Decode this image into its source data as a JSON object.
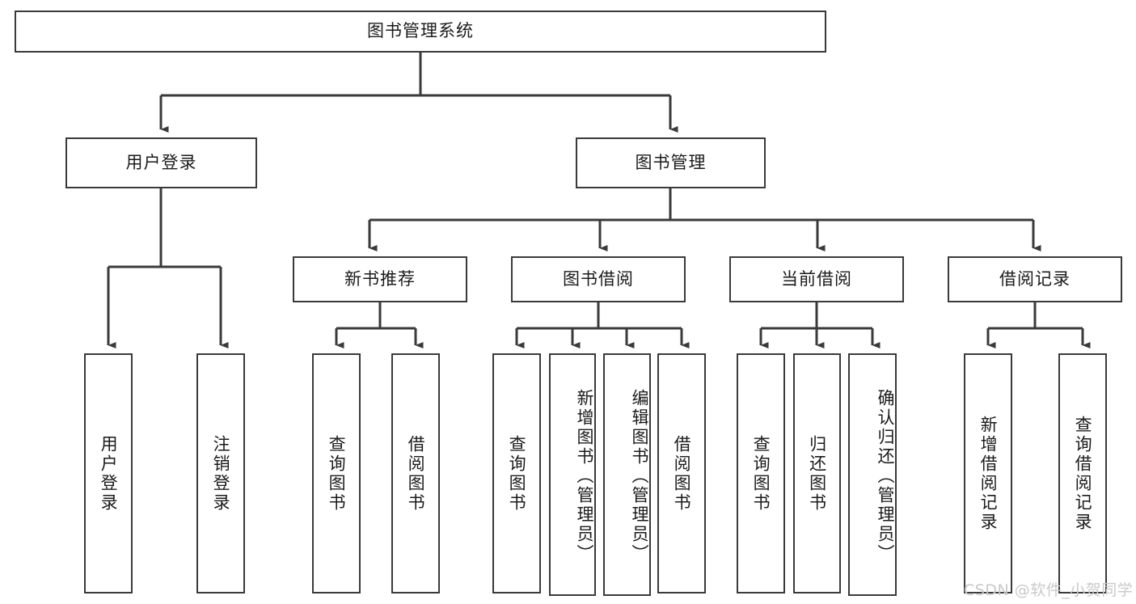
{
  "diagram": {
    "title": "图书管理系统",
    "type": "tree",
    "orientation": "top-down",
    "stroke_color": "#3a3a3a",
    "fill_color": "#ffffff",
    "text_color": "#1b1b1b"
  },
  "nodes": {
    "root": {
      "label": "图书管理系统"
    },
    "level2": [
      {
        "id": "user-login",
        "label": "用户登录"
      },
      {
        "id": "book-manage",
        "label": "图书管理"
      }
    ],
    "level3": [
      {
        "id": "new-book-recommend",
        "label": "新书推荐"
      },
      {
        "id": "book-borrow",
        "label": "图书借阅"
      },
      {
        "id": "current-borrow",
        "label": "当前借阅"
      },
      {
        "id": "borrow-record",
        "label": "借阅记录"
      }
    ],
    "leaves": {
      "user_login": [
        {
          "id": "leaf-user-login",
          "label": "用户登录"
        },
        {
          "id": "leaf-logout-login",
          "label": "注销登录"
        }
      ],
      "new_book_recommend": [
        {
          "id": "leaf-query-book-1",
          "label": "查询图书"
        },
        {
          "id": "leaf-borrow-book-1",
          "label": "借阅图书"
        }
      ],
      "book_borrow": [
        {
          "id": "leaf-query-book-2",
          "label": "查询图书"
        },
        {
          "id": "leaf-add-book",
          "label": "新增图书（管理员）"
        },
        {
          "id": "leaf-edit-book",
          "label": "编辑图书（管理员）"
        },
        {
          "id": "leaf-borrow-book-2",
          "label": "借阅图书"
        }
      ],
      "current_borrow": [
        {
          "id": "leaf-query-book-3",
          "label": "查询图书"
        },
        {
          "id": "leaf-return-book",
          "label": "归还图书"
        },
        {
          "id": "leaf-confirm-return",
          "label": "确认归还（管理员）"
        }
      ],
      "borrow_record": [
        {
          "id": "leaf-add-record",
          "label": "新增借阅记录"
        },
        {
          "id": "leaf-query-record",
          "label": "查询借阅记录"
        }
      ]
    }
  },
  "watermark": {
    "text": "CSDN @软件_小贺同学",
    "color": "#c9c9c9"
  }
}
